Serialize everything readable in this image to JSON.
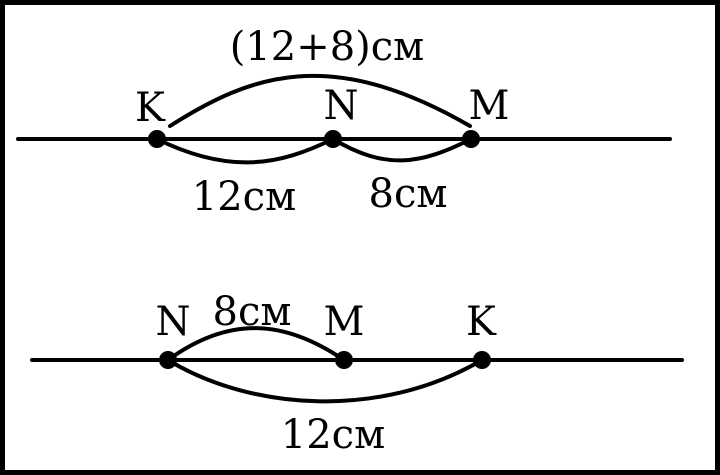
{
  "top_diagram": {
    "points": {
      "k": "K",
      "n": "N",
      "m": "M"
    },
    "total_label": "(12+8)см",
    "kn_label": "12см",
    "nm_label": "8см"
  },
  "bottom_diagram": {
    "points": {
      "n": "N",
      "m": "M",
      "k": "K"
    },
    "nm_label": "8см",
    "nk_label": "12см"
  }
}
